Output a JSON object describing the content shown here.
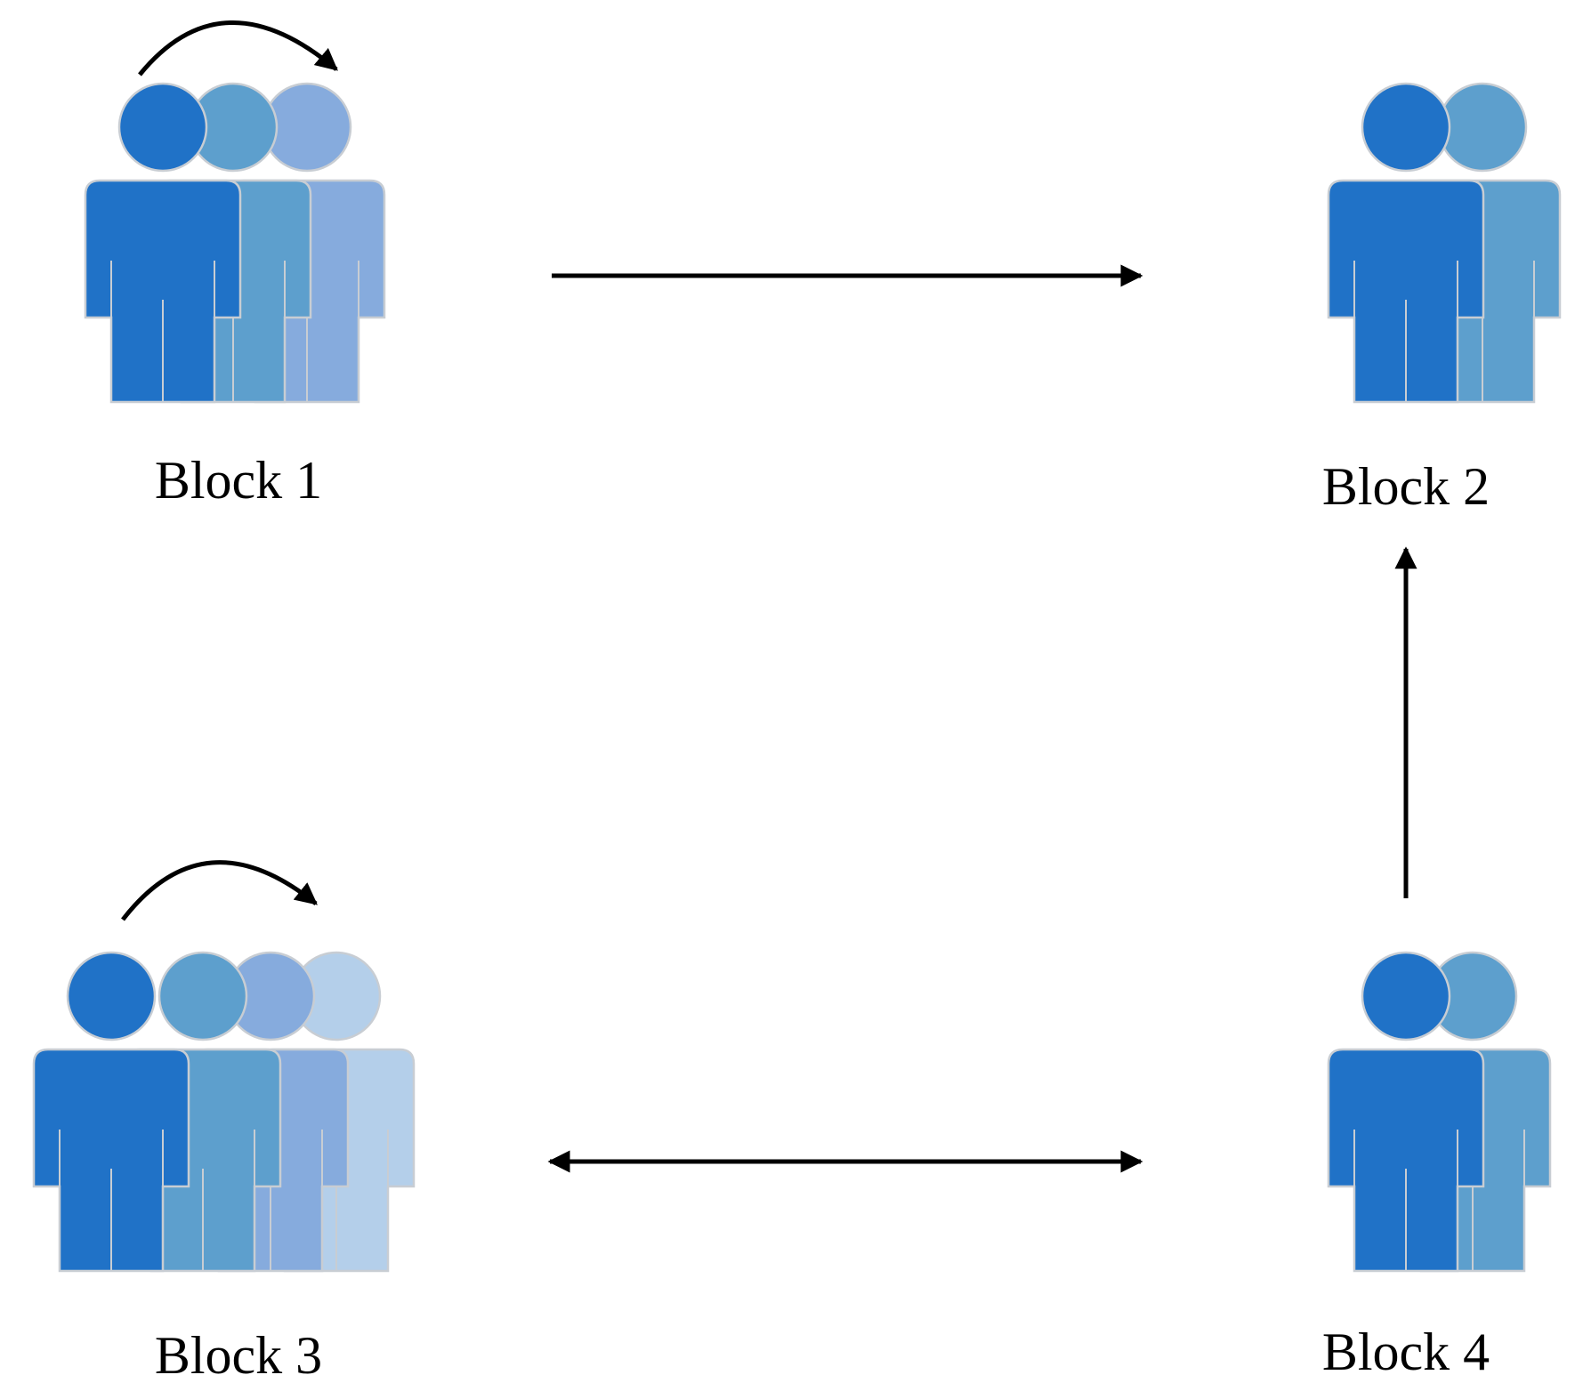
{
  "colors": {
    "person_1": "#2072c7",
    "person_2": "#5d9fcd",
    "person_3": "#86abdd",
    "person_4": "#b4cfea",
    "outline": "#c8cdd3",
    "arrow": "#000000",
    "background": "#ffffff"
  },
  "blocks": [
    {
      "id": "block-1",
      "label": "Block 1",
      "people": 3,
      "rotation_arrow": true
    },
    {
      "id": "block-2",
      "label": "Block 2",
      "people": 2,
      "rotation_arrow": false
    },
    {
      "id": "block-3",
      "label": "Block 3",
      "people": 4,
      "rotation_arrow": true
    },
    {
      "id": "block-4",
      "label": "Block 4",
      "people": 2,
      "rotation_arrow": false
    }
  ],
  "connections": [
    {
      "from": "block-1",
      "to": "block-2",
      "direction": "one-way"
    },
    {
      "from": "block-4",
      "to": "block-2",
      "direction": "one-way"
    },
    {
      "from": "block-3",
      "to": "block-4",
      "direction": "two-way"
    }
  ]
}
